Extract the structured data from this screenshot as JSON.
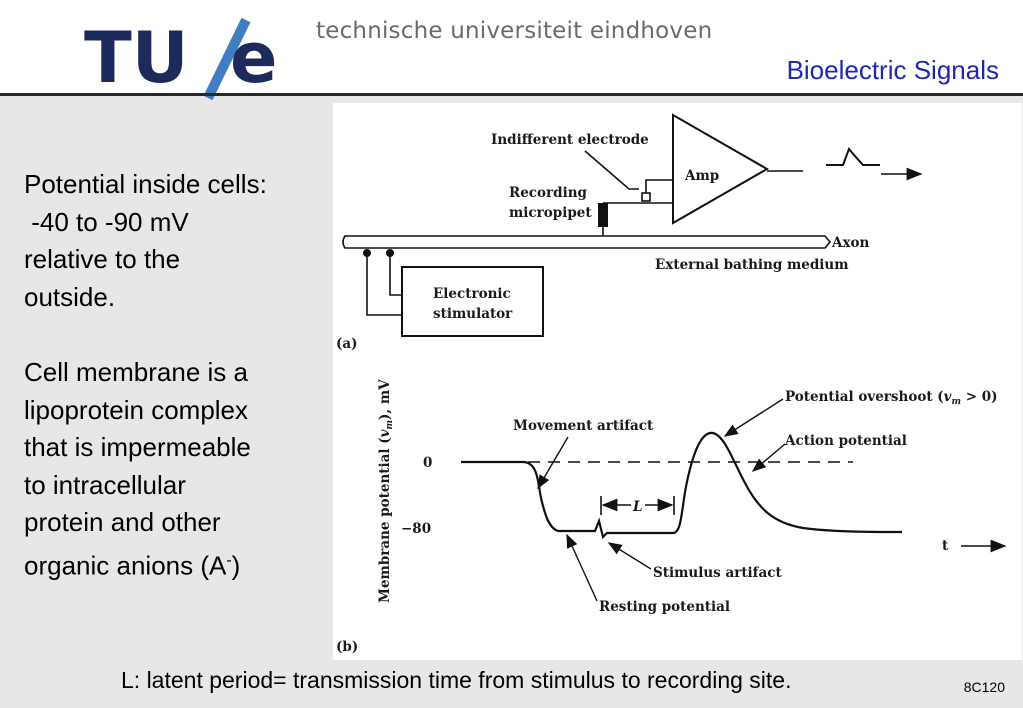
{
  "header": {
    "logo_text": "TU/e",
    "university_name": "technische universiteit eindhoven",
    "slide_title": "Bioelectric Signals"
  },
  "body": {
    "paragraph1_lines": [
      "Potential inside cells:",
      " -40 to -90 mV",
      "relative to the",
      "outside."
    ],
    "paragraph2_lines": [
      "Cell membrane is a",
      "lipoprotein complex",
      "that is impermeable",
      "to intracellular",
      "protein and other"
    ],
    "paragraph2_last_prefix": "organic anions (A",
    "paragraph2_last_superscript": "-",
    "paragraph2_last_suffix": ")"
  },
  "figure": {
    "panel_a": {
      "label": "(a)",
      "indifferent_electrode": "Indifferent electrode",
      "recording_line1": "Recording",
      "recording_line2": "micropipet",
      "amp": "Amp",
      "axon": "Axon",
      "bathing_medium": "External bathing medium",
      "stimulator_line1": "Electronic",
      "stimulator_line2": "stimulator"
    },
    "panel_b": {
      "label": "(b)",
      "y_axis_label_prefix": "Membrane potential (",
      "y_axis_label_var": "v",
      "y_axis_label_sub": "m",
      "y_axis_label_suffix": "), mV",
      "tick_zero": "0",
      "tick_minus80": "−80",
      "movement_artifact": "Movement artifact",
      "overshoot_prefix": "Potential overshoot (",
      "overshoot_var": "v",
      "overshoot_sub": "m",
      "overshoot_suffix": " > 0)",
      "action_potential": "Action potential",
      "latent_label": "L",
      "stimulus_artifact": "Stimulus artifact",
      "resting_potential": "Resting potential",
      "time_label": "t"
    }
  },
  "footer": {
    "note": "L: latent period= transmission time from stimulus to recording site.",
    "slide_code": "8C120"
  },
  "colors": {
    "logo_blue": "#1f2a5c",
    "logo_slash": "#3f7fc1",
    "title_blue": "#1c28b4",
    "background": "#e7e7e7"
  }
}
